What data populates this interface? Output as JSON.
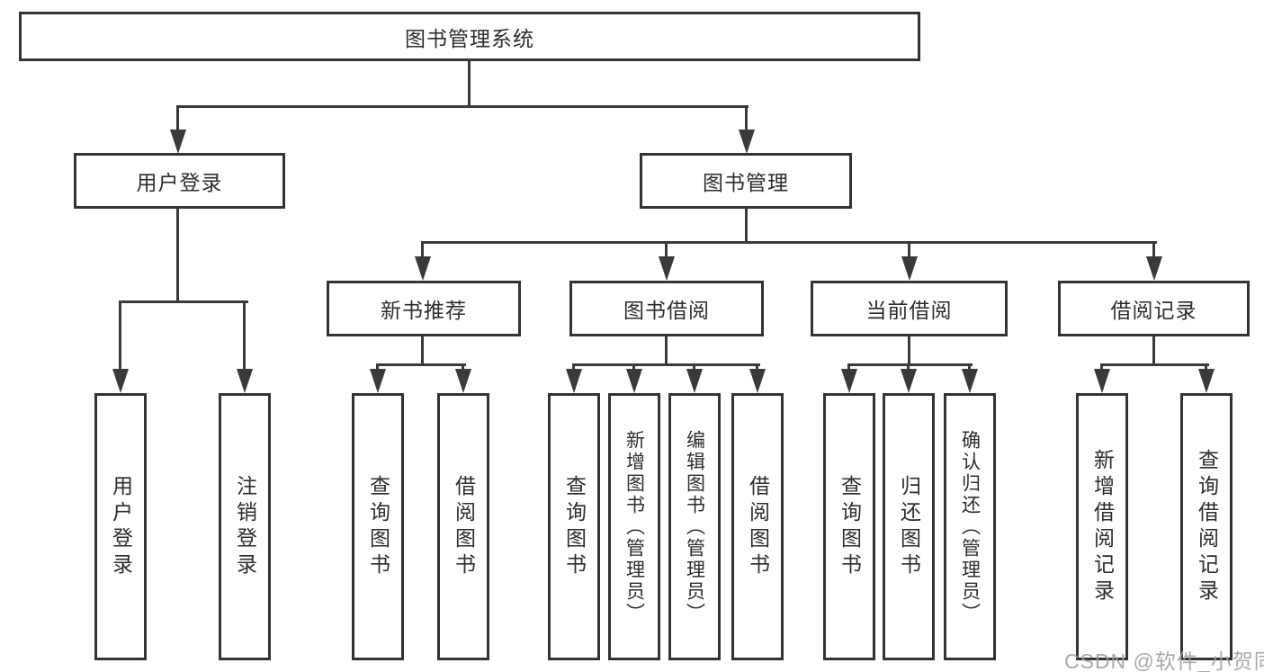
{
  "diagram": {
    "root": {
      "label": "图书管理系统"
    },
    "branches": [
      {
        "label": "用户登录",
        "children": [
          {
            "label": "用户登录"
          },
          {
            "label": "注销登录"
          }
        ]
      },
      {
        "label": "图书管理",
        "children": [
          {
            "label": "新书推荐",
            "children": [
              {
                "label": "查询图书"
              },
              {
                "label": "借阅图书"
              }
            ]
          },
          {
            "label": "图书借阅",
            "children": [
              {
                "label": "查询图书"
              },
              {
                "label": "新增图书（管理员）"
              },
              {
                "label": "编辑图书（管理员）"
              },
              {
                "label": "借阅图书"
              }
            ]
          },
          {
            "label": "当前借阅",
            "children": [
              {
                "label": "查询图书"
              },
              {
                "label": "归还图书"
              },
              {
                "label": "确认归还（管理员）"
              }
            ]
          },
          {
            "label": "借阅记录",
            "children": [
              {
                "label": "新增借阅记录"
              },
              {
                "label": "查询借阅记录"
              }
            ]
          }
        ]
      }
    ],
    "watermark": "CSDN @软件_小贺同学",
    "colors": {
      "line": "#3a3a3a",
      "border": "#333333",
      "text": "#2d2d2d",
      "watermark": "#b0b0b0",
      "background": "#ffffff"
    }
  }
}
